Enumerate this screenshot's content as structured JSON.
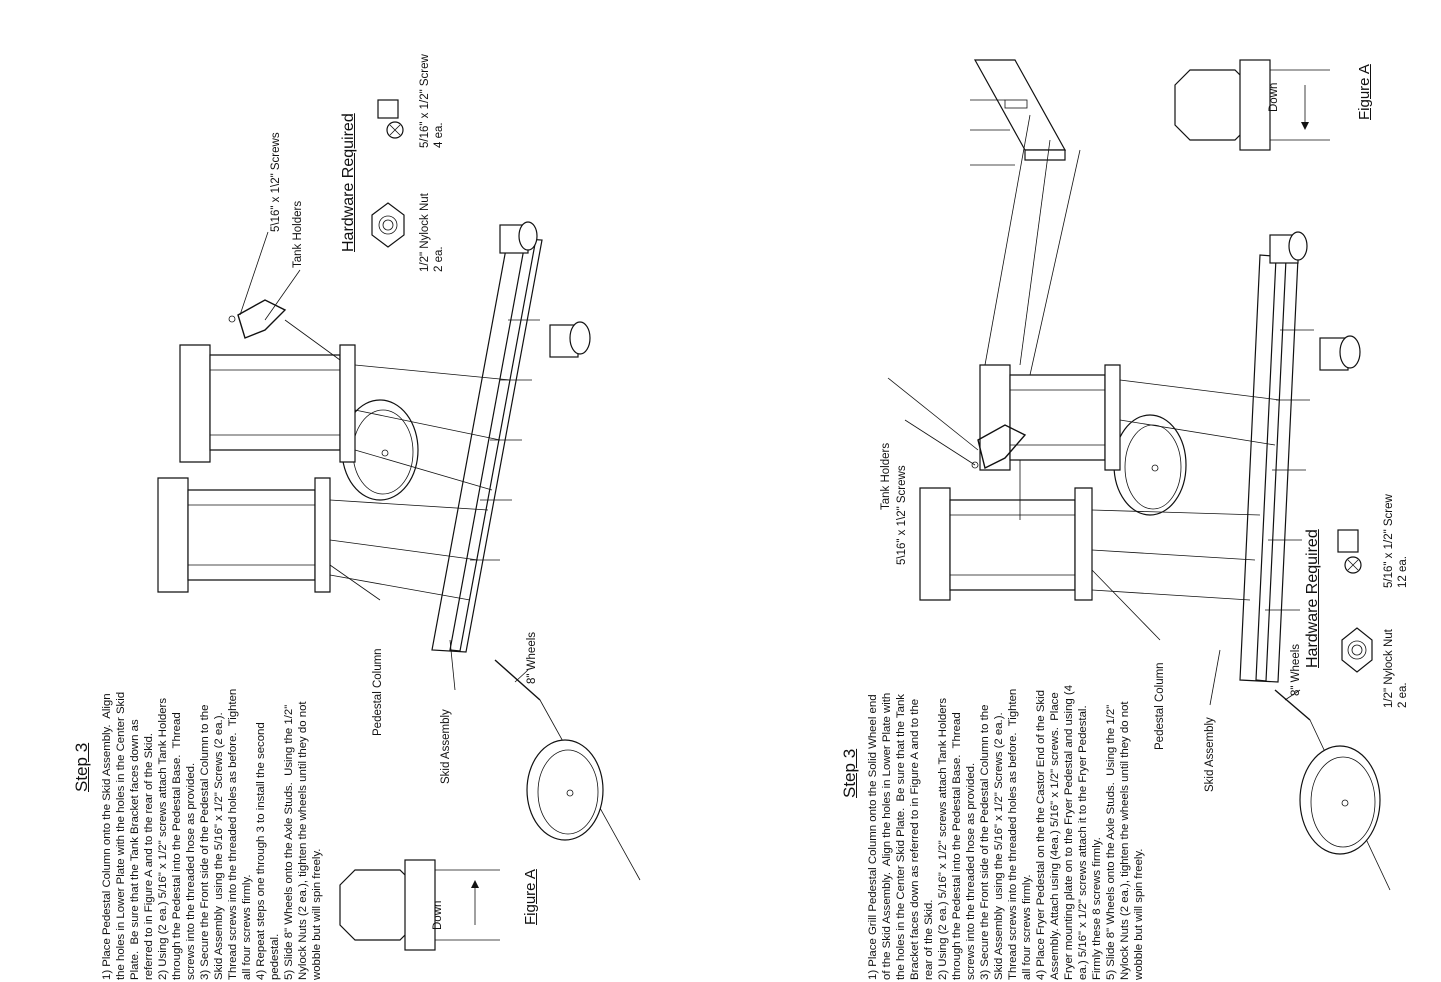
{
  "left_panel": {
    "title": "Step 3",
    "steps": [
      "1) Place Pedestal Column onto the Skid Assembly.  Align",
      "the holes in Lower Plate with the holes in the Center Skid",
      "Plate.  Be sure that the Tank Bracket faces down as",
      "referred to in Figure A and to the rear of the Skid.",
      "2) Using (2 ea.) 5/16\" x 1/2\" screws attach Tank Holders",
      "through the Pedestal into the Pedestal Base.  Thread",
      "screws into the threaded hose as provided.",
      "3) Secure the Front side of the Pedestal Column to the",
      "Skid Assembly  using the 5/16\" x 1/2\" Screws (2 ea.).",
      "Thread screws into the threaded holes as before.  Tighten",
      "all four screws firmly.",
      "4) Repeat steps one through 3 to install the second",
      "pedestal.",
      "5) Slide 8\" Wheels onto the Axle Studs.  Using the 1/2\"",
      "Nylock Nuts (2 ea.), tighten the wheels until they do not",
      "wobble but will spin freely."
    ],
    "labels": {
      "screws": "5\\16\" x 1\\2\" Screws",
      "tank_holders": "Tank Holders",
      "pedestal_column": "Pedestal Column",
      "skid_assembly": "Skid Assembly",
      "wheels": "8\" Wheels"
    },
    "hardware": {
      "title": "Hardware Required",
      "nut_name": "1/2\" Nylock Nut",
      "nut_qty": "2 ea.",
      "screw_name": "5/16\" x 1/2\" Screw",
      "screw_qty": "4 ea."
    },
    "figure": {
      "label": "Figure A",
      "arrow_text": "Down"
    }
  },
  "right_panel": {
    "title": "Step 3",
    "steps": [
      "1) Place Grill Pedestal Column onto the Solid Wheel end",
      "of the Skid Assembly.  Align the holes in Lower Plate with",
      "the holes in the Center Skid Plate.  Be sure that the Tank",
      "Bracket faces down as referred to in Figure A and to the",
      "rear of the Skid.",
      "2) Using (2 ea.) 5/16\" x 1/2\" screws attach Tank Holders",
      "through the Pedestal into the Pedestal Base.  Thread",
      "screws into the threaded hose as provided.",
      "3) Secure the Front side of the Pedestal Column to the",
      "Skid Assembly  using the 5/16\" x 1/2\" Screws (2 ea.).",
      "Thread screws into the threaded holes as before.  Tighten",
      "all four screws firmly.",
      "4) Place Fryer Pedestal on the the Castor End of the Skid",
      "Assembly. Attach using (4ea.) 5/16\" x 1/2\" screws.  Place",
      "Fryer mounting plate on to the Fryer Pedestal and using (4",
      "ea.) 5/16\" x 1/2\" screws attach it to the Fryer Pedestal.",
      "Firmly these 8 screws firmly.",
      "5) Slide 8\" Wheels onto the Axle Studs.  Using the 1/2\"",
      "Nylock Nuts (2 ea.), tighten the wheels until they do not",
      "wobble but will spin freely."
    ],
    "labels": {
      "tank_holders": "Tank Holders",
      "screws": "5\\16\" x 1\\2\" Screws",
      "pedestal_column": "Pedestal Column",
      "skid_assembly": "Skid Assembly",
      "wheels": "8\" Wheels"
    },
    "hardware": {
      "title": "Hardware Required",
      "nut_name": "1/2\" Nylock Nut",
      "nut_qty": "2 ea.",
      "screw_name": "5/16\" x 1/2\" Screw",
      "screw_qty": "12 ea."
    },
    "figure": {
      "label": "Figure A",
      "arrow_text": "Down"
    }
  }
}
